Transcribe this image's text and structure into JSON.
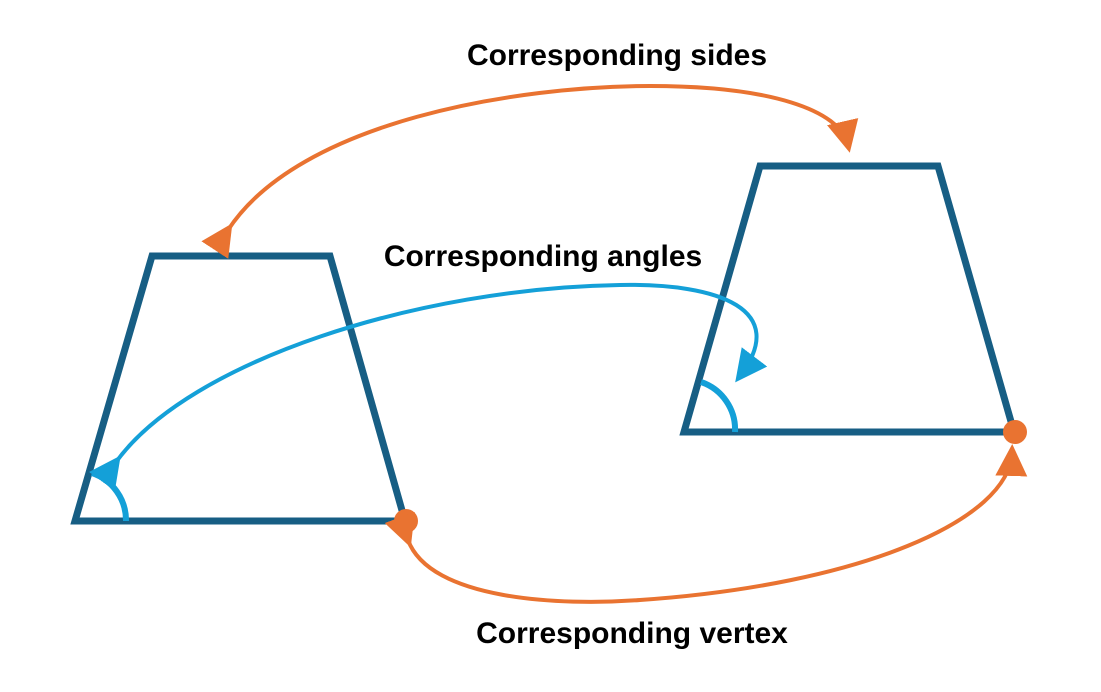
{
  "diagram": {
    "labels": {
      "sides": "Corresponding sides",
      "angles": "Corresponding angles",
      "vertex": "Corresponding vertex"
    },
    "shapes": [
      {
        "name": "left-trapezoid",
        "type": "trapezoid"
      },
      {
        "name": "right-trapezoid",
        "type": "trapezoid"
      }
    ],
    "colors": {
      "shape_stroke": "#175e84",
      "angle_arc": "#14a0d8",
      "angle_arrow": "#14a0d8",
      "vertex_dot": "#e97331",
      "sides_arrow": "#e97331",
      "vertex_arrow": "#e97331",
      "text": "#000000"
    }
  }
}
